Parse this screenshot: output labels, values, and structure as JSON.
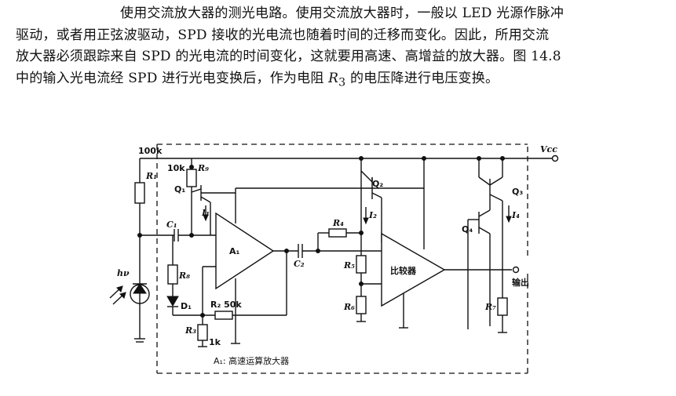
{
  "text": {
    "line1": "使用交流放大器的测光电路。使用交流放大器时，一般以 LED 光源作脉冲",
    "line2": "驱动，或者用正弦波驱动，SPD 接收的光电流也随着时间的迁移而变化。因此，所用交流",
    "line3": "放大器必须跟踪来自 SPD 的光电流的时间变化，这就要用高速、高增益的放大器。图 14.8",
    "line4_a": "中的输入光电流经 SPD 进行光电变换后，作为电阻 ",
    "line4_r": "R",
    "line4_sub": "3",
    "line4_b": " 的电压降进行电压变换。"
  },
  "circuit": {
    "res_100k": "100k",
    "vcc": "Vcc",
    "res_10k": "10k",
    "r9": "R₉",
    "r1": "R₁",
    "q1": "Q₁",
    "i1": "I₁",
    "c1": "C₁",
    "opamp_a": "A₁",
    "c2": "C₂",
    "r4": "R₄",
    "q2": "Q₂",
    "i2": "I₂",
    "r5": "R₅",
    "r6": "R₆",
    "comparator": "比较器",
    "q3": "Q₃",
    "q4": "Q₄",
    "i4": "I₄",
    "r7": "R₇",
    "output": "输出",
    "hv": "hν",
    "r8": "R₈",
    "d1": "D₁",
    "r2_50k": "R₂ 50k",
    "r3": "R₃",
    "ik": "1k",
    "caption": "A₁: 高速运算放大器"
  }
}
